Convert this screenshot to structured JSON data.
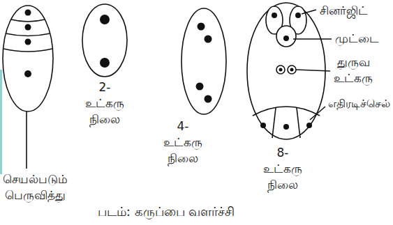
{
  "diagram": {
    "caption": "படம்: கருப்பை வளர்ச்சி",
    "labels": [
      "சினர்ஜிட்",
      "முட்டை",
      "துருவ உட்கரு",
      "எதிரடிச்செல்",
      "2-உட்கரு நிலை",
      "4-உட்கரு நிலை",
      "8-உட்கரு நிலை",
      "செயல்படும் பெருவித்து"
    ]
  }
}
